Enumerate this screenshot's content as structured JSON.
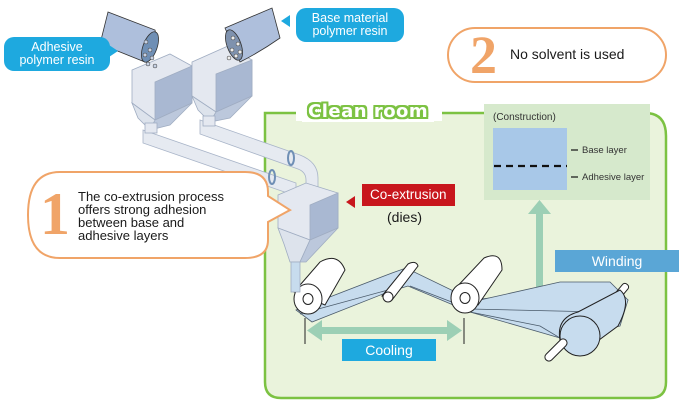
{
  "labels": {
    "adhesive_resin": "Adhesive\npolymer resin",
    "adhesive_resin_l1": "Adhesive",
    "adhesive_resin_l2": "polymer resin",
    "base_resin_l1": "Base material",
    "base_resin_l2": "polymer resin",
    "clean_room": "Clean room",
    "co_extrusion": "Co-extrusion",
    "dies": "(dies)",
    "cooling": "Cooling",
    "winding": "Winding"
  },
  "callouts": [
    {
      "number": "1",
      "lines": [
        "The co-extrusion process",
        "offers strong adhesion",
        "between base and",
        "adhesive layers"
      ]
    },
    {
      "number": "2",
      "lines": [
        "No solvent is used"
      ]
    }
  ],
  "construction": {
    "title": "(Construction)",
    "layers": [
      "Base layer",
      "Adhesive layer"
    ]
  },
  "colors": {
    "accent_orange": "#f0a468",
    "clean_room_green": "#7cc242",
    "clean_room_fill": "#eaf3dc",
    "tag_red": "#c8161d",
    "tag_blue": "#1ea9df",
    "winding_blue": "#5aa6d6",
    "arrow_mint": "#9ccfb5",
    "film_blue": "#c7dcee"
  }
}
